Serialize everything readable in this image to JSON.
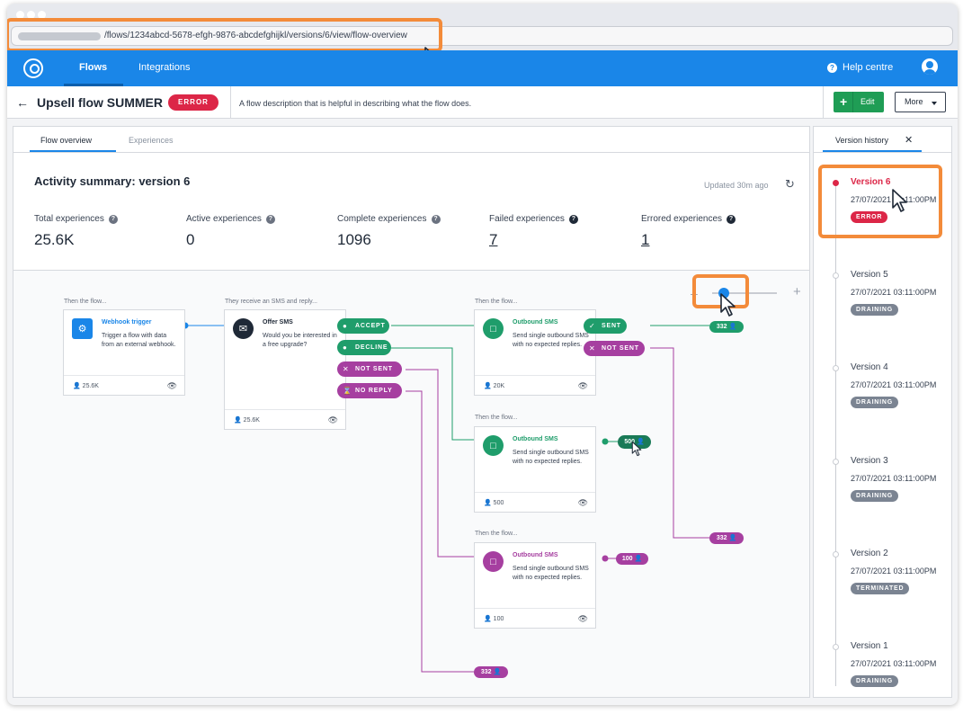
{
  "browser": {
    "url": "/flows/1234abcd-5678-efgh-9876-abcdefghijkl/versions/6/view/flow-overview"
  },
  "nav": {
    "flows": "Flows",
    "integrations": "Integrations",
    "help": "Help centre"
  },
  "header": {
    "title": "Upsell flow SUMMER",
    "status": "ERROR",
    "description": "A flow description that is helpful in describing what the flow does.",
    "edit": "Edit",
    "more": "More"
  },
  "tabs": {
    "overview": "Flow overview",
    "experiences": "Experiences"
  },
  "activity": {
    "title": "Activity summary: version 6",
    "updated": "Updated 30m ago",
    "stats": [
      {
        "label": "Total experiences",
        "value": "25.6K"
      },
      {
        "label": "Active experiences",
        "value": "0"
      },
      {
        "label": "Complete experiences",
        "value": "1096"
      },
      {
        "label": "Failed experiences",
        "value": "7"
      },
      {
        "label": "Errored experiences",
        "value": "1"
      }
    ]
  },
  "flow": {
    "lanes": {
      "then": "Then the flow...",
      "receive": "They receive an SMS and reply..."
    },
    "webhook": {
      "title": "Webhook trigger",
      "desc": "Trigger a flow with data from an external webhook.",
      "count": "25.6K"
    },
    "offer": {
      "title": "Offer SMS",
      "desc": "Would you be interested in a free upgrade?",
      "count": "25.6K"
    },
    "outbound": [
      {
        "title": "Outbound SMS",
        "desc": "Send single outbound SMS with no expected replies.",
        "count": "20K"
      },
      {
        "title": "Outbound SMS",
        "desc": "Send single outbound SMS with no expected replies.",
        "count": "500"
      },
      {
        "title": "Outbound SMS",
        "desc": "Send single outbound SMS with no expected replies.",
        "count": "100"
      }
    ],
    "branches": {
      "accept": "ACCEPT",
      "decline": "DECLINE",
      "not_sent": "NOT SENT",
      "no_reply": "NO REPLY",
      "sent": "SENT",
      "not_sent_2": "NOT SENT"
    },
    "counts": {
      "sent": "332",
      "green_mid": "500",
      "purple_right": "332",
      "purple_mid": "100",
      "purple_bottom": "332"
    }
  },
  "versions": {
    "title": "Version history",
    "items": [
      {
        "name": "Version 6",
        "date": "27/07/2021 03:11:00PM",
        "status": "ERROR"
      },
      {
        "name": "Version 5",
        "date": "27/07/2021 03:11:00PM",
        "status": "DRAINING"
      },
      {
        "name": "Version 4",
        "date": "27/07/2021 03:11:00PM",
        "status": "DRAINING"
      },
      {
        "name": "Version 3",
        "date": "27/07/2021 03:11:00PM",
        "status": "DRAINING"
      },
      {
        "name": "Version 2",
        "date": "27/07/2021 03:11:00PM",
        "status": "TERMINATED"
      },
      {
        "name": "Version 1",
        "date": "27/07/2021 03:11:00PM",
        "status": "DRAINING"
      }
    ]
  },
  "colors": {
    "brand": "#1a86e8",
    "green": "#1f9d6b",
    "purple": "#a63fa0",
    "error": "#dc2647",
    "highlight": "#f38b3a"
  }
}
